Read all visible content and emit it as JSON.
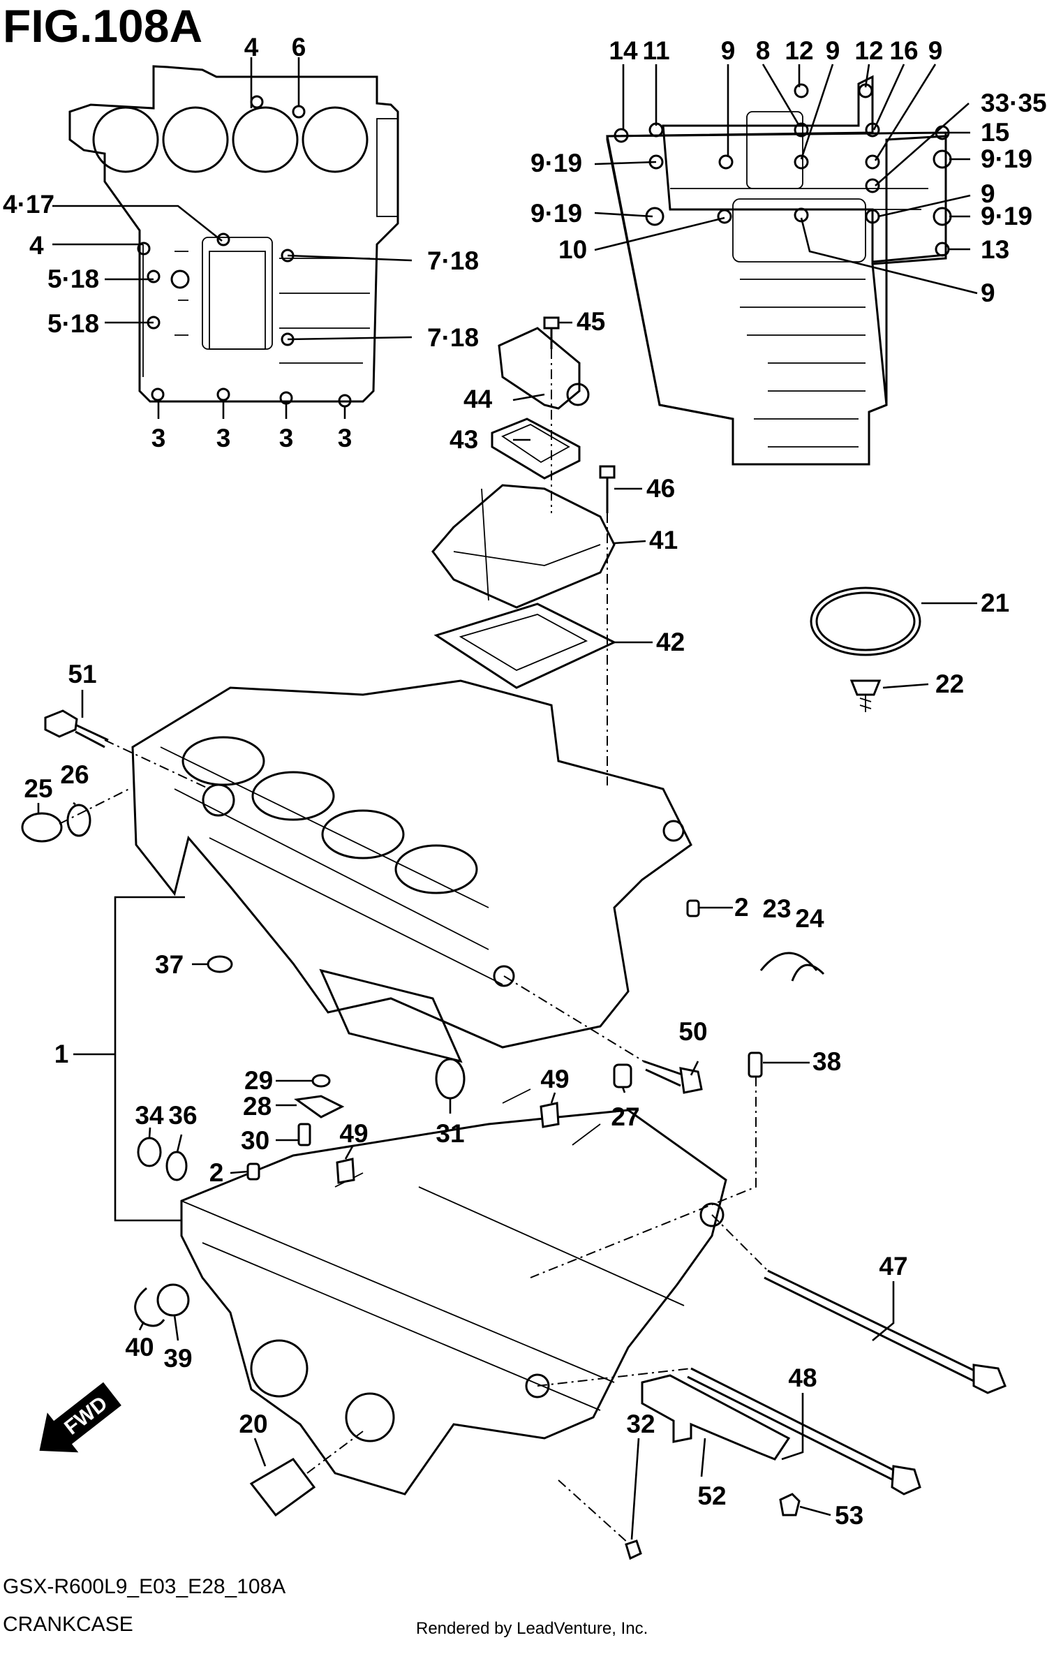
{
  "figure": {
    "title": "FIG.108A",
    "model_code": "GSX-R600L9_E03_E28_108A",
    "section_name": "CRANKCASE",
    "credit": "Rendered by LeadVenture, Inc.",
    "fwd_label": "FWD"
  },
  "callouts": [
    {
      "id": "c-4a",
      "text": "4"
    },
    {
      "id": "c-6",
      "text": "6"
    },
    {
      "id": "c-4-17",
      "text": "4·17"
    },
    {
      "id": "c-4b",
      "text": "4"
    },
    {
      "id": "c-5-18a",
      "text": "5·18"
    },
    {
      "id": "c-5-18b",
      "text": "5·18"
    },
    {
      "id": "c-7-18a",
      "text": "7·18"
    },
    {
      "id": "c-7-18b",
      "text": "7·18"
    },
    {
      "id": "c-3a",
      "text": "3"
    },
    {
      "id": "c-3b",
      "text": "3"
    },
    {
      "id": "c-3c",
      "text": "3"
    },
    {
      "id": "c-3d",
      "text": "3"
    },
    {
      "id": "c-14",
      "text": "14"
    },
    {
      "id": "c-11",
      "text": "11"
    },
    {
      "id": "c-9a",
      "text": "9"
    },
    {
      "id": "c-8",
      "text": "8"
    },
    {
      "id": "c-12a",
      "text": "12"
    },
    {
      "id": "c-9b",
      "text": "9"
    },
    {
      "id": "c-12b",
      "text": "12"
    },
    {
      "id": "c-16",
      "text": "16"
    },
    {
      "id": "c-9c",
      "text": "9"
    },
    {
      "id": "c-33-35",
      "text": "33·35"
    },
    {
      "id": "c-15",
      "text": "15"
    },
    {
      "id": "c-9-19a",
      "text": "9·19"
    },
    {
      "id": "c-9-19b",
      "text": "9·19"
    },
    {
      "id": "c-9-19c",
      "text": "9·19"
    },
    {
      "id": "c-9-19d",
      "text": "9·19"
    },
    {
      "id": "c-9d",
      "text": "9"
    },
    {
      "id": "c-10",
      "text": "10"
    },
    {
      "id": "c-13",
      "text": "13"
    },
    {
      "id": "c-9e",
      "text": "9"
    },
    {
      "id": "c-45",
      "text": "45"
    },
    {
      "id": "c-44",
      "text": "44"
    },
    {
      "id": "c-43",
      "text": "43"
    },
    {
      "id": "c-46",
      "text": "46"
    },
    {
      "id": "c-41",
      "text": "41"
    },
    {
      "id": "c-42",
      "text": "42"
    },
    {
      "id": "c-21",
      "text": "21"
    },
    {
      "id": "c-22",
      "text": "22"
    },
    {
      "id": "c-51",
      "text": "51"
    },
    {
      "id": "c-25",
      "text": "25"
    },
    {
      "id": "c-26",
      "text": "26"
    },
    {
      "id": "c-2a",
      "text": "2"
    },
    {
      "id": "c-23",
      "text": "23"
    },
    {
      "id": "c-24",
      "text": "24"
    },
    {
      "id": "c-37",
      "text": "37"
    },
    {
      "id": "c-1",
      "text": "1"
    },
    {
      "id": "c-50",
      "text": "50"
    },
    {
      "id": "c-38",
      "text": "38"
    },
    {
      "id": "c-29",
      "text": "29"
    },
    {
      "id": "c-28",
      "text": "28"
    },
    {
      "id": "c-49a",
      "text": "49"
    },
    {
      "id": "c-27",
      "text": "27"
    },
    {
      "id": "c-34",
      "text": "34"
    },
    {
      "id": "c-36",
      "text": "36"
    },
    {
      "id": "c-30",
      "text": "30"
    },
    {
      "id": "c-49b",
      "text": "49"
    },
    {
      "id": "c-31",
      "text": "31"
    },
    {
      "id": "c-2b",
      "text": "2"
    },
    {
      "id": "c-47",
      "text": "47"
    },
    {
      "id": "c-40",
      "text": "40"
    },
    {
      "id": "c-39",
      "text": "39"
    },
    {
      "id": "c-48",
      "text": "48"
    },
    {
      "id": "c-20",
      "text": "20"
    },
    {
      "id": "c-32",
      "text": "32"
    },
    {
      "id": "c-52",
      "text": "52"
    },
    {
      "id": "c-53",
      "text": "53"
    }
  ]
}
